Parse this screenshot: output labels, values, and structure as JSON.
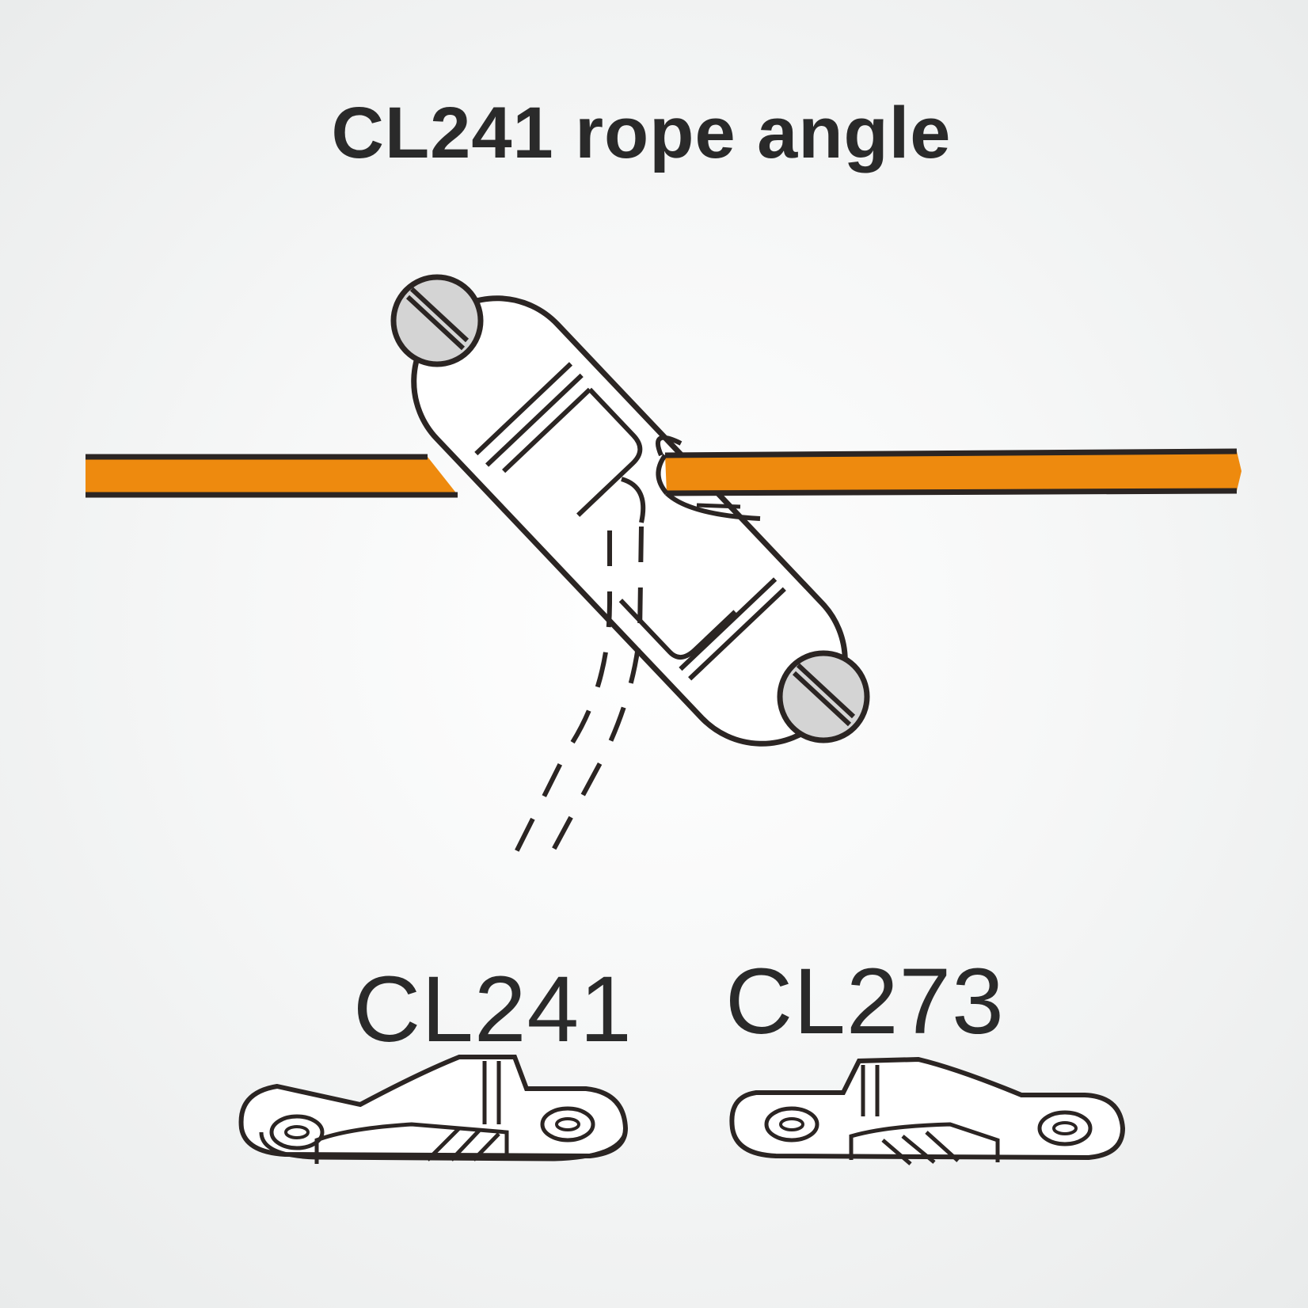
{
  "title": "CL241 rope angle",
  "products": [
    {
      "label": "CL241"
    },
    {
      "label": "CL273"
    }
  ],
  "colors": {
    "rope": "#ee8a0e",
    "outline": "#2b2523",
    "screw": "#d4d4d4",
    "cleat_fill": "#ffffff"
  }
}
